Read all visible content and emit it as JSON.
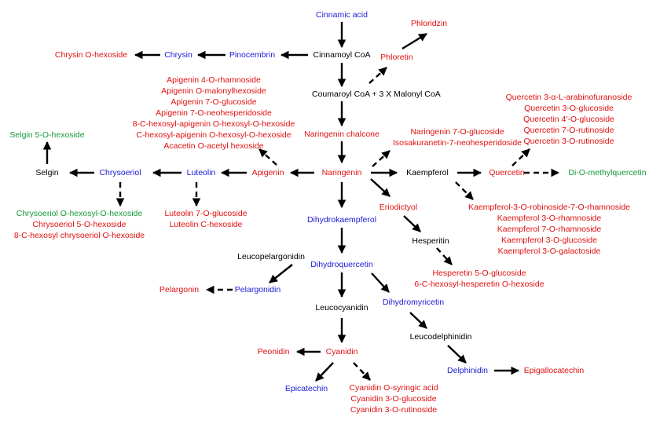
{
  "nodes": {
    "cinnamic_acid": "Cinnamic acid",
    "cinnamoyl_coa": "Cinnamoyl CoA",
    "pinocembrin": "Pinocembrin",
    "chrysin": "Chrysin",
    "chrysin_hexoside": "Chrysin O-hexoside",
    "phloretin": "Phloretin",
    "phloridzin": "Phloridzin",
    "coumaroyl_coa": "Coumaroyl CoA  +  3 X Malonyl CoA",
    "naringenin_chalcone": "Naringenin chalcone",
    "naringenin": "Naringenin",
    "apigenin": "Apigenin",
    "luteolin": "Luteolin",
    "chrysoeriol": "Chrysoeriol",
    "selgin": "Selgin",
    "selgin_hexoside": "Selgin 5-O-hexoside",
    "kaempferol": "Kaempferol",
    "quercetin": "Quercetin",
    "di_o_methylquercetin": "Di-O-methylquercetin",
    "eriodictyol": "Eriodictyol",
    "hesperitin": "Hesperitin",
    "dihydrokaempferol": "Dihydrokaempferol",
    "leucopelargonidin": "Leucopelargonidin",
    "dihydroquercetin": "Dihydroquercetin",
    "pelargonidin": "Pelargonidin",
    "pelargonin": "Pelargonin",
    "leucocyanidin": "Leucocyanidin",
    "dihydromyricetin": "Dihydromyricetin",
    "leucodelphinidin": "Leucodelphinidin",
    "cyanidin": "Cyanidin",
    "peonidin": "Peonidin",
    "epicatechin": "Epicatechin",
    "delphinidin": "Delphinidin",
    "epigallocatechin": "Epigallocatechin"
  },
  "groups": {
    "apigenin_derivatives": [
      "Apigenin 4-O-rhamnoside",
      "Apigenin O-malonylhexoside",
      "Apigenin 7-O-glucoside",
      "Apigenin 7-O-neohesperidoside",
      "8-C-hexosyl-apigenin O-hexosyl-O-hexoside",
      "C-hexosyl-apigenin O-hexosyl-O-hexoside",
      "Acacetin O-acetyl hexoside"
    ],
    "naringenin_derivatives": [
      "Naringenin 7-O-glucoside",
      "Isosakuranetin-7-neohesperidoside"
    ],
    "quercetin_derivatives": [
      "Quercetin 3-α-L-arabinofuranoside",
      "Quercetin 3-O-glucoside",
      "Quercetin 4'-O-glucoside",
      "Quercetin 7-O-rutinoside",
      "Quercetin 3-O-rutinoside"
    ],
    "chrysoeriol_derivatives": [
      "Chrysoeriol O-hexosyl-O-hexoside",
      "Chrysoeriol 5-O-hexoside",
      "8-C-hexosyl chrysoeriol O-hexoside"
    ],
    "luteolin_derivatives": [
      "Luteolin 7-O-glucoside",
      "Luteolin C-hexoside"
    ],
    "kaempferol_derivatives": [
      "Kaempferol-3-O-robinoside-7-O-rhamnoside",
      "Kaempferol 3-O-rhamnoside",
      "Kaempferol 7-O-rhamnoside",
      "Kaempferol 3-O-glucoside",
      "Kaempferol 3-O-galactoside"
    ],
    "hesperetin_derivatives": [
      "Hesperetin 5-O-glucoside",
      "6-C-hexosyl-hesperetin O-hexoside"
    ],
    "cyanidin_derivatives": [
      "Cyanidin O-syringic acid",
      "Cyanidin 3-O-glucoside",
      "Cyanidin 3-O-rutinoside"
    ]
  },
  "colors": {
    "black": "#000000",
    "blue": "#1a1ad6",
    "red": "#e01010",
    "green": "#169a3c"
  }
}
